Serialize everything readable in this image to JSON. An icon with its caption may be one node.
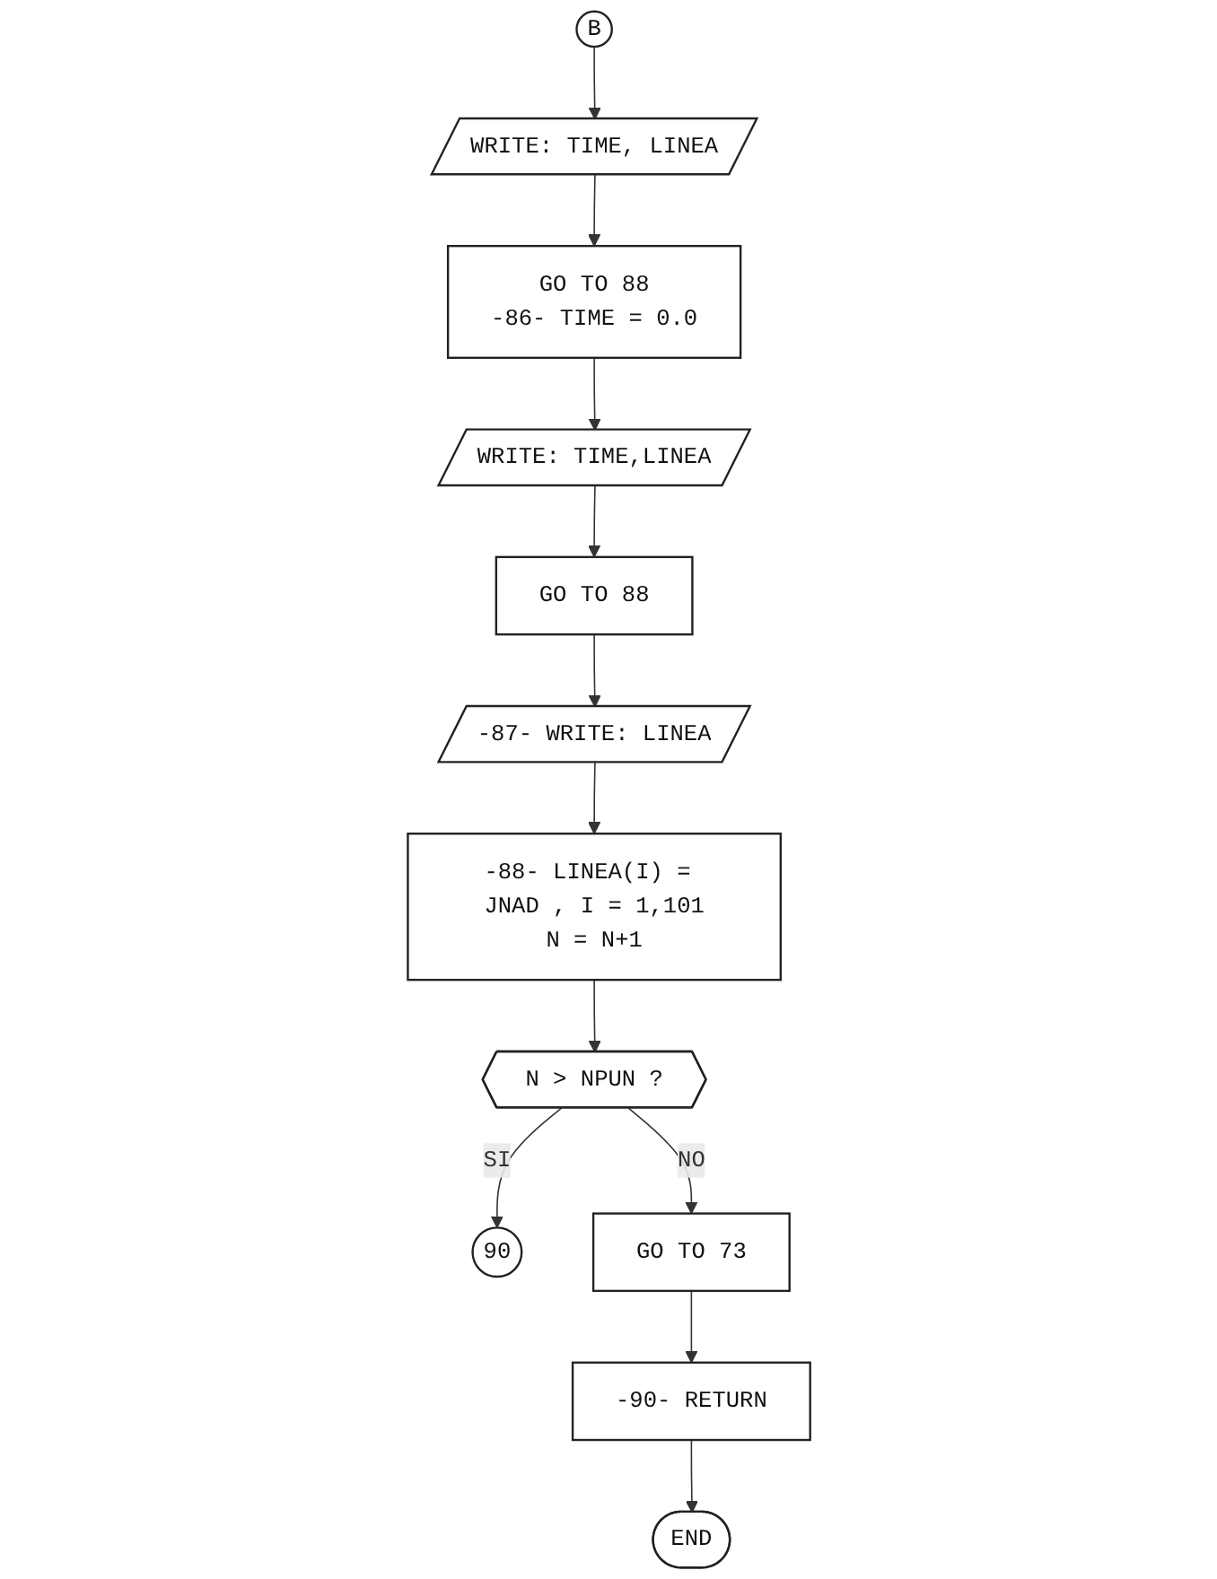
{
  "diagram": {
    "nodes": [
      {
        "text": [
          "B"
        ]
      },
      {
        "text": [
          "WRITE: TIME, LINEA"
        ]
      },
      {
        "text": [
          "GO TO 88",
          "-86- TIME = 0.0"
        ]
      },
      {
        "text": [
          "WRITE: TIME,LINEA"
        ]
      },
      {
        "text": [
          "GO TO 88"
        ]
      },
      {
        "text": [
          "-87- WRITE: LINEA"
        ]
      },
      {
        "text": [
          "-88- LINEA(I) = JNAD , I = 1,101",
          "N = N+1"
        ]
      },
      {
        "text": [
          "N > NPUN ?"
        ]
      },
      {
        "text": [
          "90"
        ]
      },
      {
        "text": [
          "GO TO 73"
        ]
      },
      {
        "text": [
          "-90- RETURN"
        ]
      },
      {
        "text": [
          "END"
        ]
      }
    ],
    "edges": [
      {
        "from": 0,
        "to": 1,
        "arrow": "to"
      },
      {
        "from": 1,
        "to": 2,
        "arrow": "to"
      },
      {
        "from": 2,
        "to": 3,
        "arrow": "to"
      },
      {
        "from": 3,
        "to": 4,
        "arrow": "to"
      },
      {
        "from": 4,
        "to": 5,
        "arrow": "to"
      },
      {
        "from": 5,
        "to": 6,
        "arrow": "to"
      },
      {
        "from": 6,
        "to": 7,
        "arrow": "to"
      },
      {
        "from": 7,
        "to": 8,
        "arrow": "to",
        "label": "SI"
      },
      {
        "from": 7,
        "to": 9,
        "arrow": "to",
        "label": "NO"
      },
      {
        "from": 9,
        "to": 10,
        "arrow": "to"
      },
      {
        "from": 10,
        "to": 11,
        "arrow": "to"
      }
    ]
  }
}
